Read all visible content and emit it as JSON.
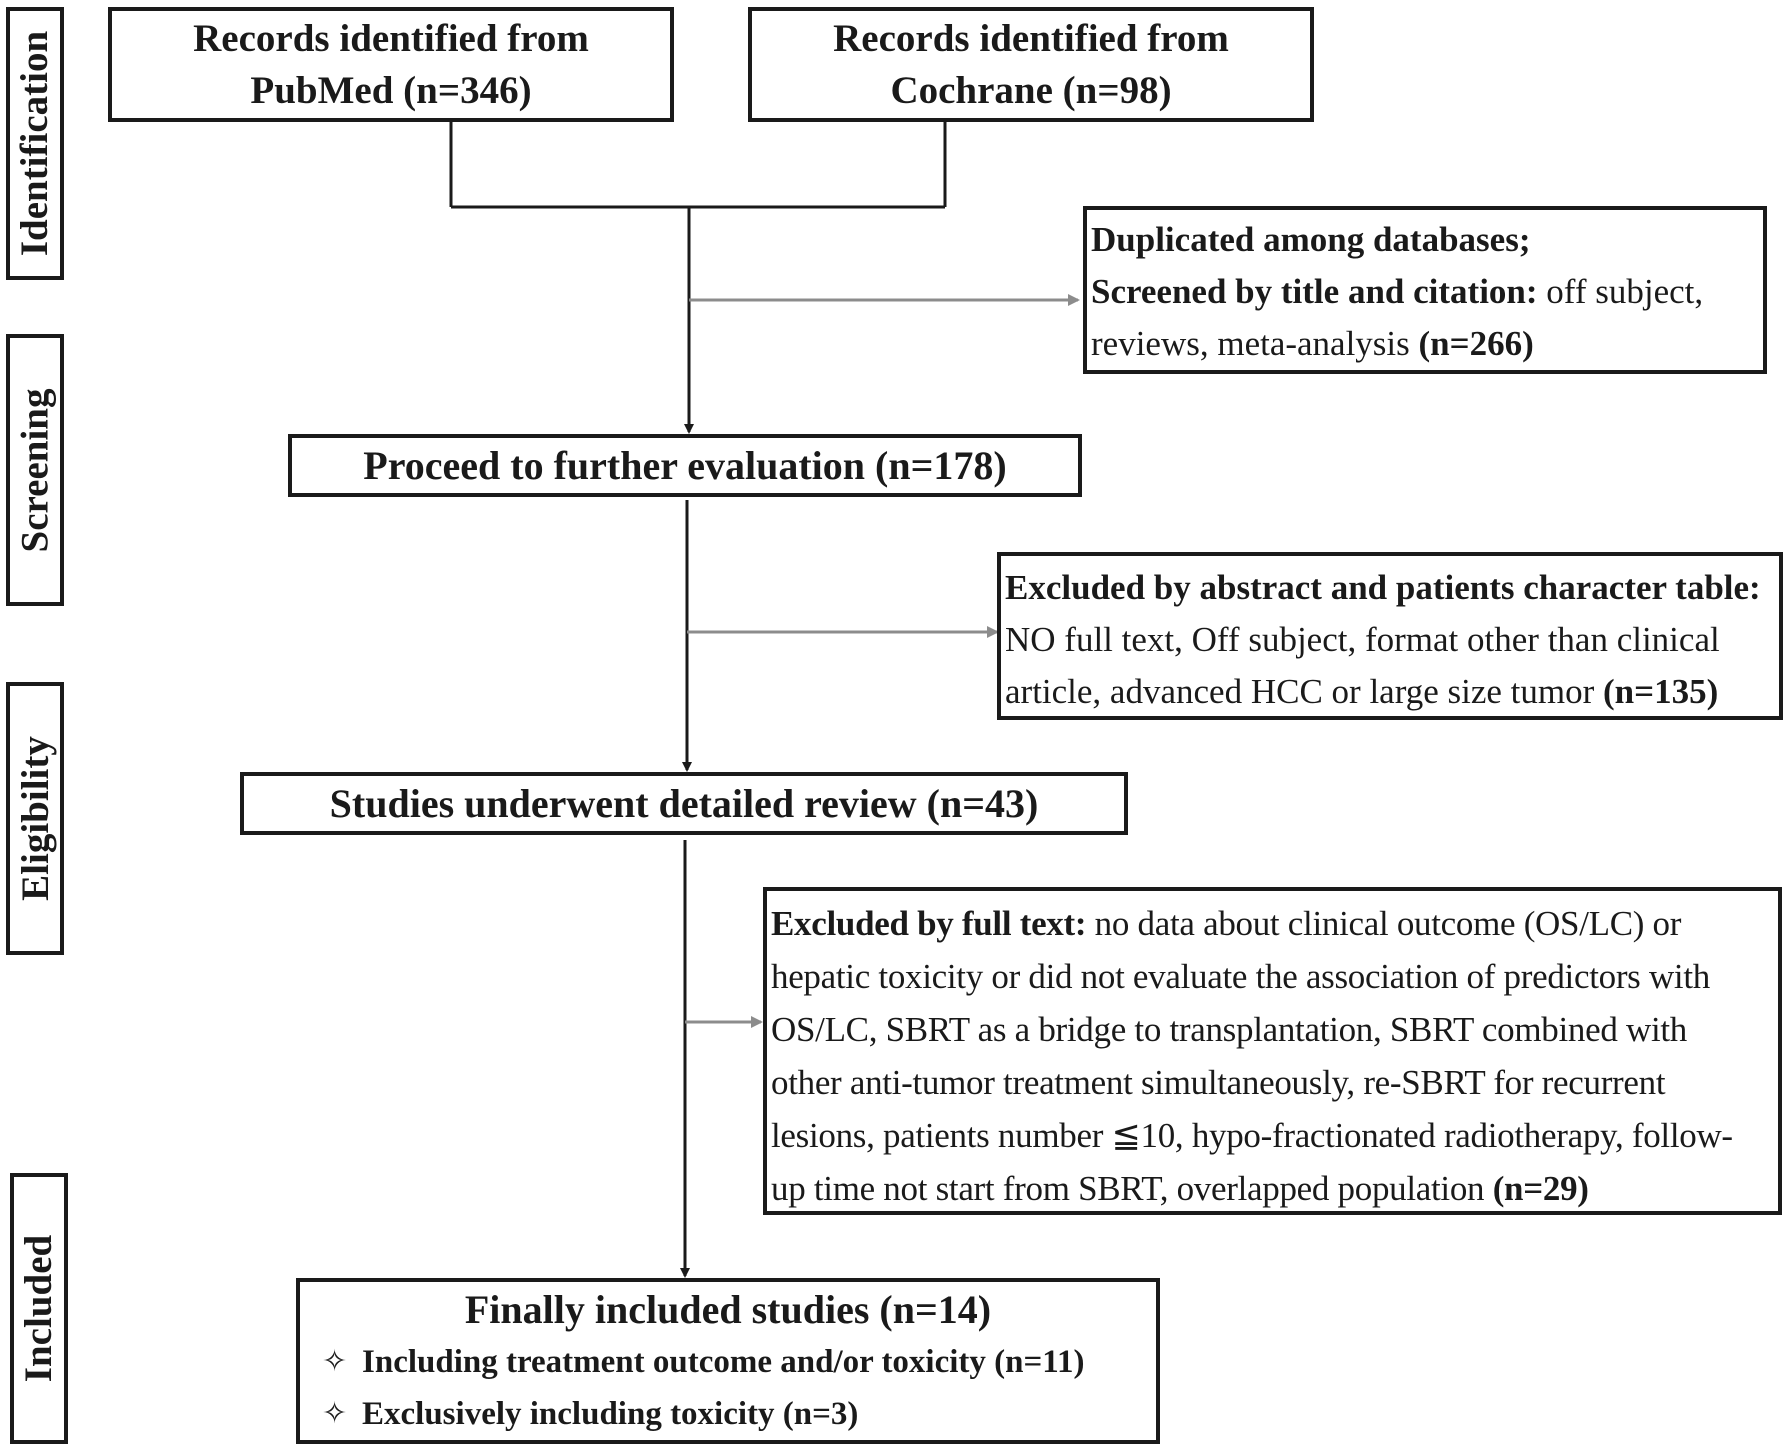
{
  "phases": {
    "identification": "Identification",
    "screening": "Screening",
    "eligibility": "Eligibility",
    "included": "Included"
  },
  "boxes": {
    "pubmed": {
      "line1": "Records identified from",
      "line2": "PubMed (n=346)"
    },
    "cochrane": {
      "line1": "Records identified from",
      "line2": "Cochrane (n=98)"
    },
    "duplicated": {
      "line1_bold": "Duplicated among databases;",
      "line2_bold": "Screened by title and citation:",
      "line2_rest": " off subject,",
      "line3_text": "reviews, meta-analysis ",
      "line3_bold": "(n=266)"
    },
    "proceed": "Proceed to further evaluation (n=178)",
    "excluded_abstract": {
      "line1_bold": "Excluded by abstract and patients character table:",
      "line2": "NO full text, Off subject, format other than clinical",
      "line3_text": "article, advanced HCC or large size tumor ",
      "line3_bold": "(n=135)"
    },
    "detailed_review": "Studies underwent detailed review (n=43)",
    "excluded_fulltext": {
      "line1_bold": "Excluded by full text:",
      "line1_rest": " no data about clinical outcome (OS/LC) or",
      "line2": "hepatic toxicity or did not evaluate the association of predictors with",
      "line3": "OS/LC, SBRT as a bridge to transplantation, SBRT combined with",
      "line4": "other anti-tumor treatment simultaneously, re-SBRT for recurrent",
      "line5": "lesions, patients number ≦10, hypo-fractionated radiotherapy, follow-",
      "line6_text": "up time not start from SBRT, overlapped population ",
      "line6_bold": "(n=29)"
    },
    "final": {
      "title": "Finally included studies (n=14)",
      "bullet_icon": "✧",
      "item1": "Including treatment outcome and/or toxicity (n=11)",
      "item2": "Exclusively including toxicity (n=3)"
    }
  },
  "colors": {
    "main_line": "#1a1a1a",
    "side_arrow": "#8c8c8c"
  }
}
